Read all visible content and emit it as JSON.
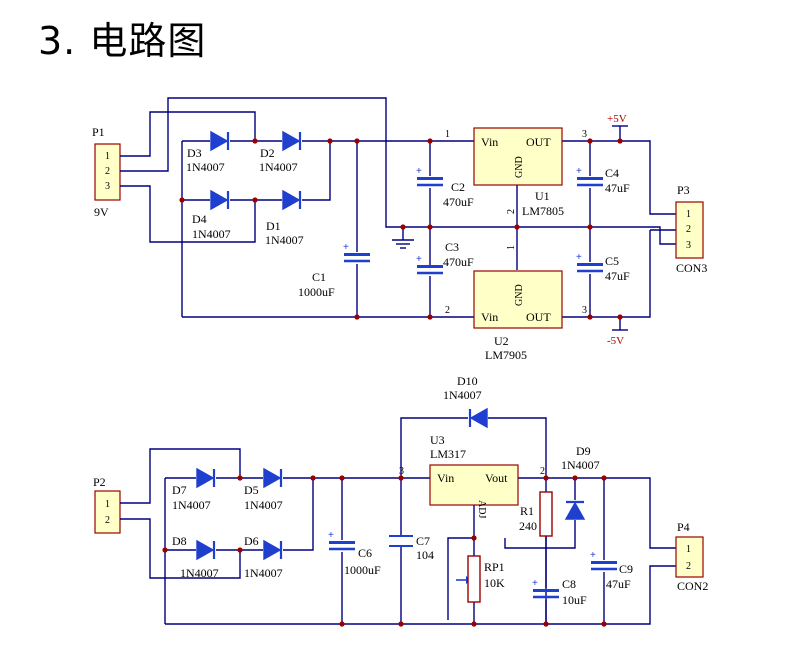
{
  "heading": "3. 电路图",
  "top": {
    "p1": {
      "ref": "P1",
      "pins": [
        "1",
        "2",
        "3"
      ],
      "value": "9V"
    },
    "p3": {
      "ref": "P3",
      "pins": [
        "1",
        "2",
        "3"
      ],
      "value": "CON3"
    },
    "d3": {
      "ref": "D3",
      "value": "1N4007"
    },
    "d2": {
      "ref": "D2",
      "value": "1N4007"
    },
    "d4": {
      "ref": "D4",
      "value": "1N4007"
    },
    "d1": {
      "ref": "D1",
      "value": "1N4007"
    },
    "c1": {
      "ref": "C1",
      "value": "1000uF"
    },
    "c2": {
      "ref": "C2",
      "value": "470uF"
    },
    "c3": {
      "ref": "C3",
      "value": "470uF"
    },
    "c4": {
      "ref": "C4",
      "value": "47uF"
    },
    "c5": {
      "ref": "C5",
      "value": "47uF"
    },
    "u1": {
      "ref": "U1",
      "value": "LM7805",
      "vin": "Vin",
      "out": "OUT",
      "gnd": "GND",
      "pin_in": "1",
      "pin_out": "3",
      "pin_gnd": "2"
    },
    "u2": {
      "ref": "U2",
      "value": "LM7905",
      "vin": "Vin",
      "out": "OUT",
      "gnd": "GND",
      "pin_in": "2",
      "pin_out": "3",
      "pin_gnd": "1"
    },
    "plus5": "+5V",
    "minus5": "-5V"
  },
  "bottom": {
    "p2": {
      "ref": "P2",
      "pins": [
        "1",
        "2"
      ]
    },
    "p4": {
      "ref": "P4",
      "pins": [
        "1",
        "2"
      ],
      "value": "CON2"
    },
    "d7": {
      "ref": "D7",
      "value": "1N4007"
    },
    "d5": {
      "ref": "D5",
      "value": "1N4007"
    },
    "d8": {
      "ref": "D8",
      "value": "1N4007"
    },
    "d6": {
      "ref": "D6",
      "value": "1N4007"
    },
    "d10": {
      "ref": "D10",
      "value": "1N4007"
    },
    "d9": {
      "ref": "D9",
      "value": "1N4007"
    },
    "u3": {
      "ref": "U3",
      "value": "LM317",
      "vin": "Vin",
      "vout": "Vout",
      "adj": "ADJ",
      "pin_in": "3",
      "pin_out": "2"
    },
    "r1": {
      "ref": "R1",
      "value": "240"
    },
    "rp1": {
      "ref": "RP1",
      "value": "10K"
    },
    "c6": {
      "ref": "C6",
      "value": "1000uF"
    },
    "c7": {
      "ref": "C7",
      "value": "104"
    },
    "c8": {
      "ref": "C8",
      "value": "10uF"
    },
    "c9": {
      "ref": "C9",
      "value": "47uF"
    }
  }
}
